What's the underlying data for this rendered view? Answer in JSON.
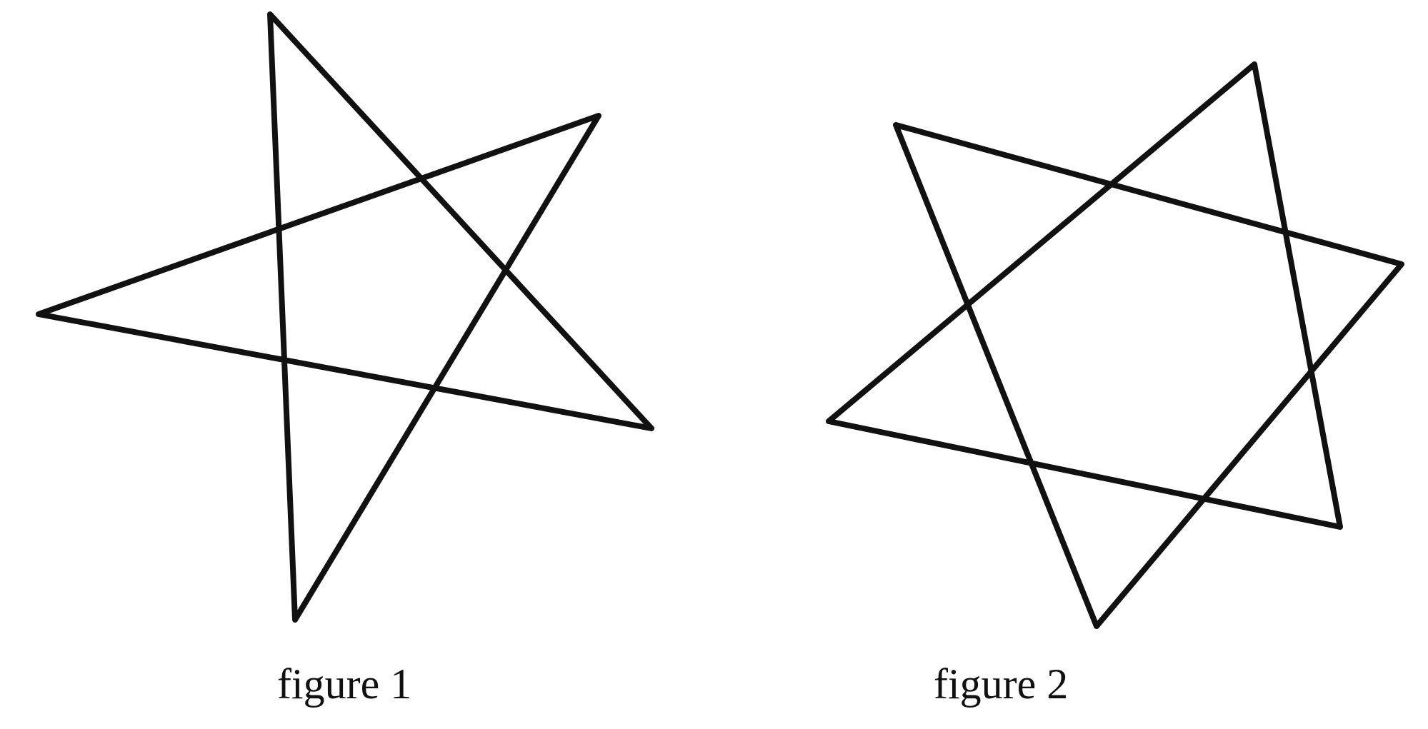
{
  "figures": [
    {
      "caption": "figure 1",
      "shape": "five-pointed star (pentagram)"
    },
    {
      "caption": "figure 2",
      "shape": "six-pointed star (hexagram)"
    }
  ],
  "stroke_color": "#111111",
  "background_color": "#ffffff"
}
